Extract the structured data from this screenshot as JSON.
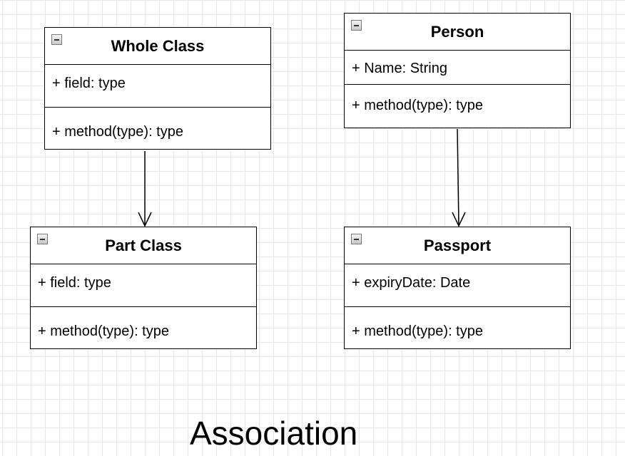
{
  "diagram": {
    "caption": "Association",
    "line_color": "#000000",
    "grid_color": "#e6e6e6",
    "classes": {
      "whole": {
        "name": "Whole Class",
        "attribute": "+ field: type",
        "method": "+ method(type): type"
      },
      "part": {
        "name": "Part Class",
        "attribute": "+ field: type",
        "method": "+ method(type): type"
      },
      "person": {
        "name": "Person",
        "attribute": "+ Name: String",
        "method": "+ method(type): type"
      },
      "passport": {
        "name": "Passport",
        "attribute": "+ expiryDate: Date",
        "method": "+ method(type): type"
      }
    },
    "associations": [
      {
        "from": "Whole Class",
        "to": "Part Class",
        "type": "directed-association"
      },
      {
        "from": "Person",
        "to": "Passport",
        "type": "directed-association"
      }
    ]
  }
}
